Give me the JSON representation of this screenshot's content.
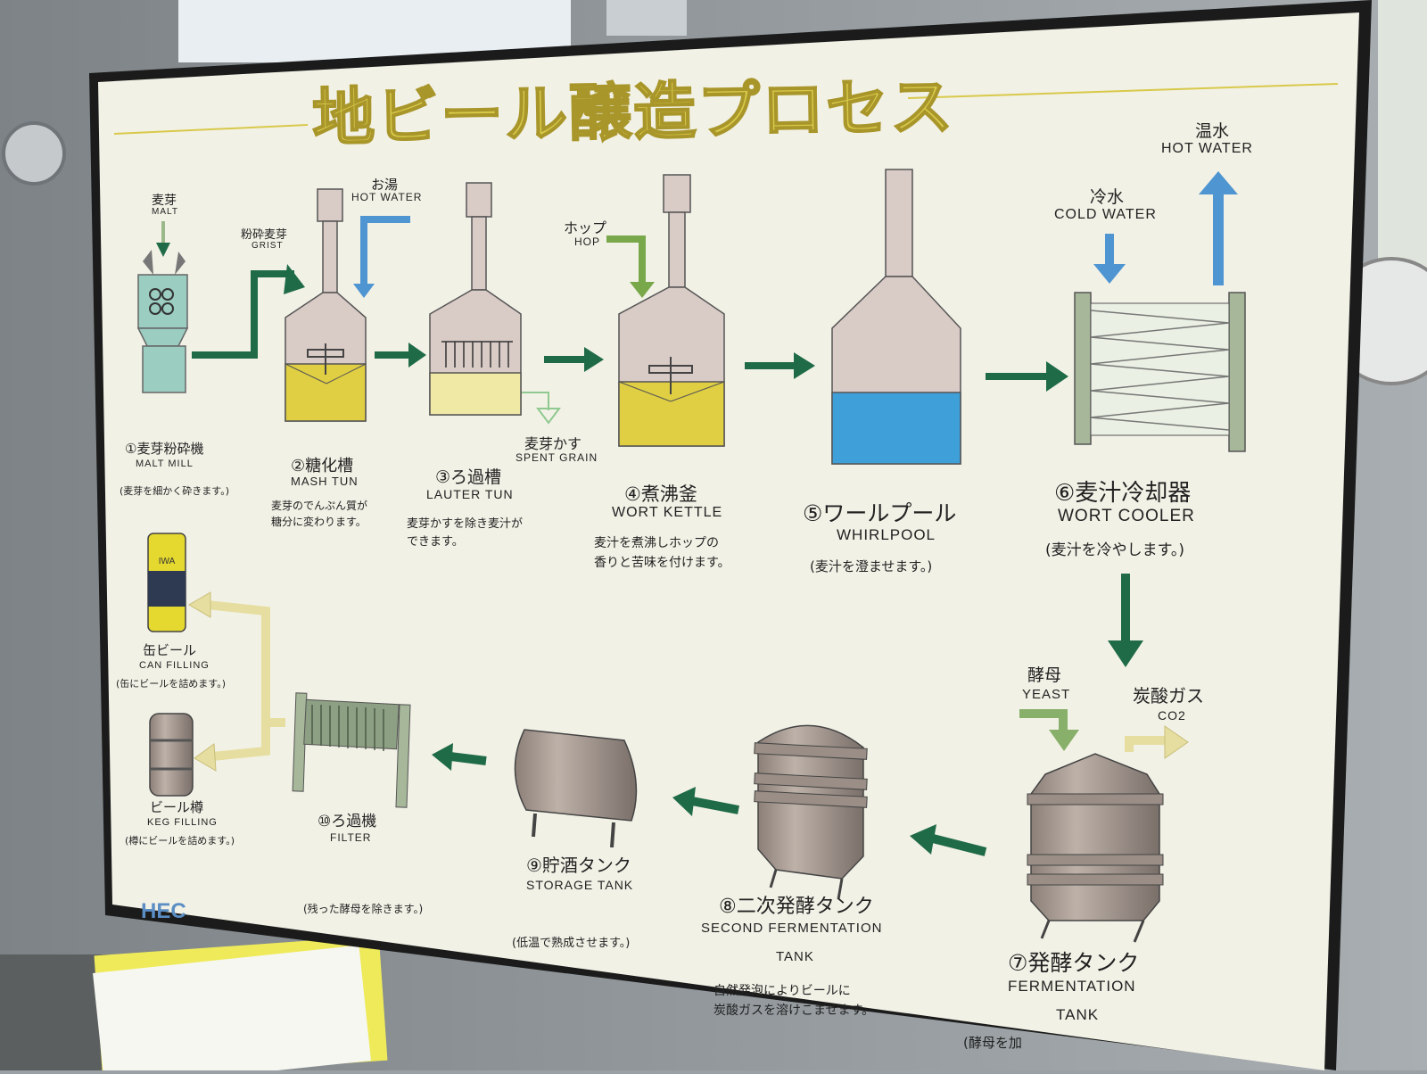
{
  "title": "地ビール醸造プロセス",
  "logo": "HEC",
  "steps": [
    {
      "jp": "①麦芽粉砕機",
      "en": "MALT MILL",
      "note": "(麦芽を細かく砕きます。)"
    },
    {
      "jp": "②糖化槽",
      "en": "MASH TUN",
      "note1": "麦芽のでんぷん質が",
      "note2": "糖分に変わります。"
    },
    {
      "jp": "③ろ過槽",
      "en": "LAUTER TUN",
      "note1": "麦芽かすを除き麦汁が",
      "note2": "できます。"
    },
    {
      "jp": "④煮沸釜",
      "en": "WORT KETTLE",
      "note1": "麦汁を煮沸しホップの",
      "note2": "香りと苦味を付けます。"
    },
    {
      "jp": "⑤ワールプール",
      "en": "WHIRLPOOL",
      "note": "(麦汁を澄ませます。)"
    },
    {
      "jp": "⑥麦汁冷却器",
      "en": "WORT COOLER",
      "note": "(麦汁を冷やします。)"
    },
    {
      "jp": "⑦発酵タンク",
      "en1": "FERMENTATION",
      "en2": "TANK",
      "note": "(酵母を加"
    },
    {
      "jp": "⑧二次発酵タンク",
      "en1": "SECOND FERMENTATION",
      "en2": "TANK",
      "note1": "自然発泡によりビールに",
      "note2": "炭酸ガスを溶けこませます。"
    },
    {
      "jp": "⑨貯酒タンク",
      "en": "STORAGE TANK",
      "note": "(低温で熟成させます。)"
    },
    {
      "jp": "⑩ろ過機",
      "en": "FILTER",
      "note": "(残った酵母を除きます。)"
    }
  ],
  "inputs": {
    "malt_jp": "麦芽",
    "malt_en": "MALT",
    "grist_jp": "粉砕麦芽",
    "grist_en": "GRIST",
    "hot_water_jp": "お湯",
    "hot_water_en": "HOT WATER",
    "hop_jp": "ホップ",
    "hop_en": "HOP",
    "spent_grain_jp": "麦芽かす",
    "spent_grain_en": "SPENT GRAIN",
    "cold_water_jp": "冷水",
    "cold_water_en": "COLD WATER",
    "warm_water_jp": "温水",
    "warm_water_en": "HOT WATER",
    "yeast_jp": "酵母",
    "yeast_en": "YEAST",
    "co2_jp": "炭酸ガス",
    "co2_en": "CO2"
  },
  "outputs": {
    "can_jp": "缶ビール",
    "can_en": "CAN FILLING",
    "can_note": "(缶にビールを詰めます。)",
    "keg_jp": "ビール樽",
    "keg_en": "KEG FILLING",
    "keg_note": "(樽にビールを詰めます。)"
  },
  "colors": {
    "board": "#f2f1e6",
    "frame": "#1d1d1d",
    "title": "#d8c94a",
    "flow_arrow": "#1f6b48",
    "wort": "#e0cf43",
    "water": "#3f9fd8",
    "tank": "#a89a90",
    "cooler": "#a7b79a",
    "mill": "#9bcdc1"
  }
}
